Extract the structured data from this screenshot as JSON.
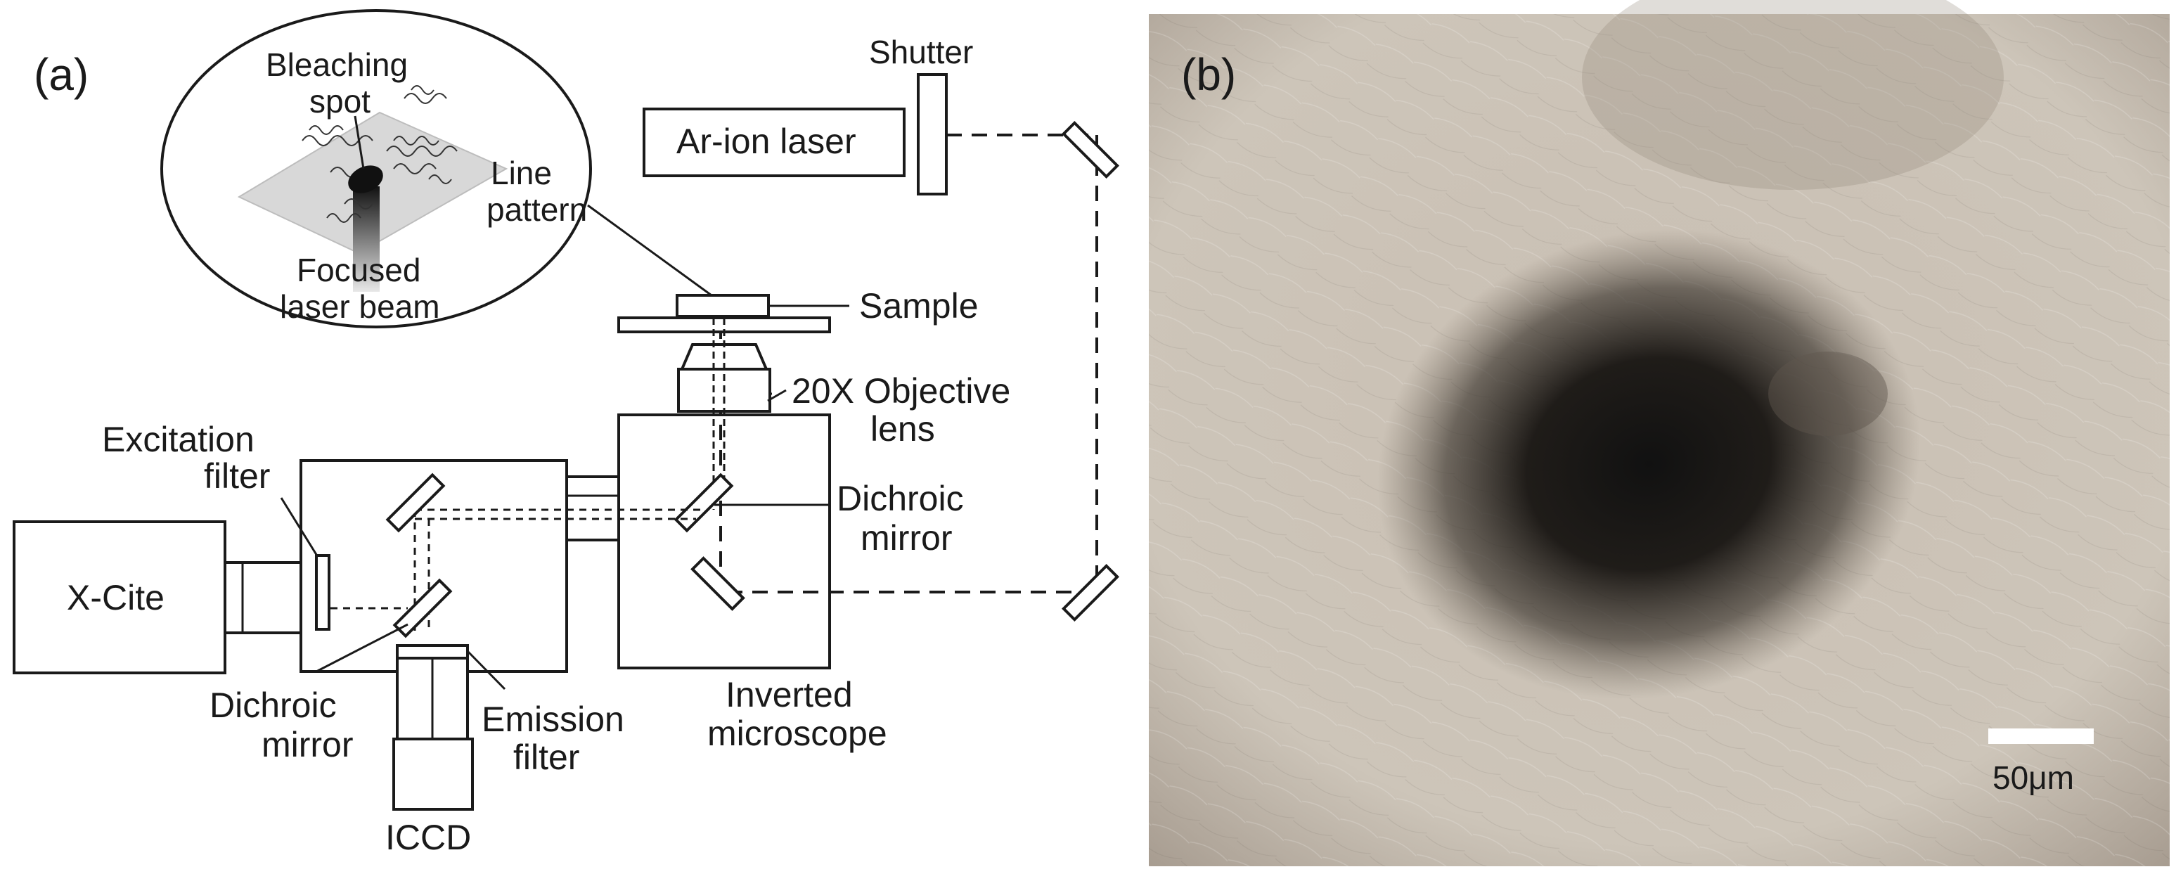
{
  "panel_a": {
    "panel_label": "(a)",
    "inset": {
      "bleaching_spot_line1": "Bleaching",
      "bleaching_spot_line2": "spot",
      "line_pattern_line1": "Line",
      "line_pattern_line2": "pattern",
      "focused_beam_line1": "Focused",
      "focused_beam_line2": "laser beam"
    },
    "shutter": "Shutter",
    "laser": "Ar-ion laser",
    "sample": "Sample",
    "objective_line1": "20X Objective",
    "objective_line2": "lens",
    "excitation_line1": "Excitation",
    "excitation_line2": "filter",
    "xcite": "X-Cite",
    "dichroic_right_line1": "Dichroic",
    "dichroic_right_line2": "mirror",
    "dichroic_left_line1": "Dichroic",
    "dichroic_left_line2": "mirror",
    "emission_line1": "Emission",
    "emission_line2": "filter",
    "microscope_line1": "Inverted",
    "microscope_line2": "microscope",
    "iccd": "ICCD"
  },
  "panel_b": {
    "panel_label": "(b)",
    "scale_bar_label": "50μm"
  }
}
